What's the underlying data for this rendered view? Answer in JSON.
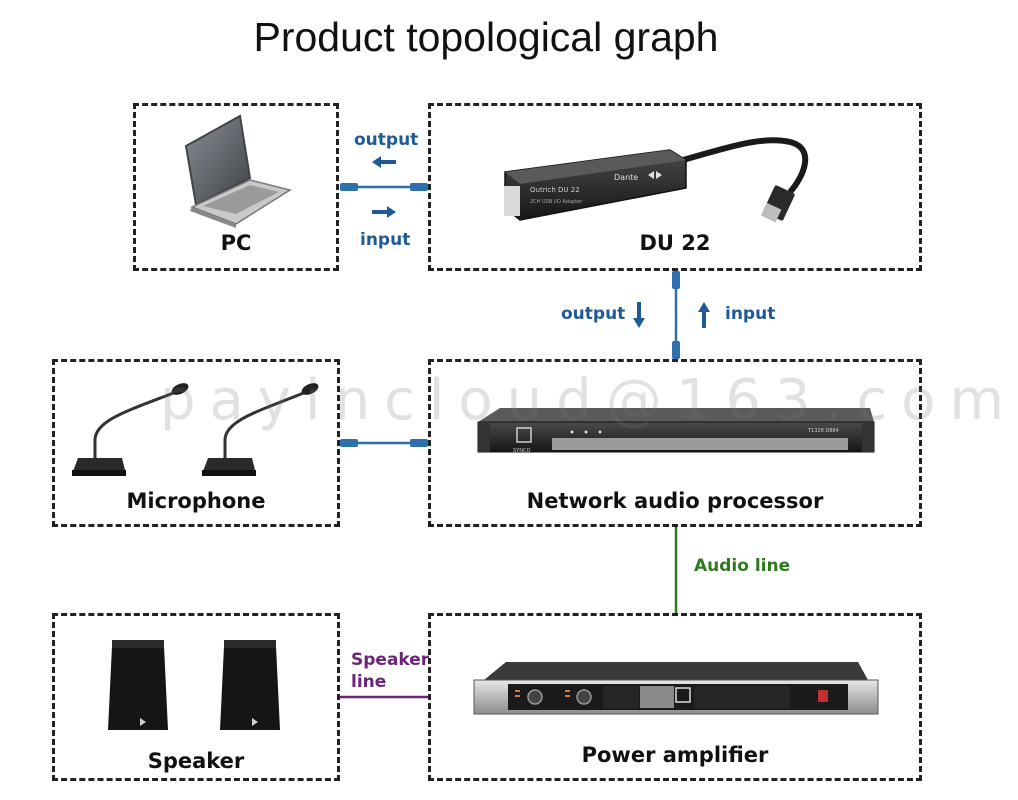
{
  "title": "Product topological graph",
  "nodes": {
    "pc": "PC",
    "du22": "DU 22",
    "microphone": "Microphone",
    "processor": "Network audio processor",
    "speaker": "Speaker",
    "amplifier": "Power amplifier"
  },
  "links": {
    "pc_output": "output",
    "pc_input": "input",
    "du_output": "output",
    "du_input": "input",
    "audio_line": "Audio line",
    "speaker_line_1": "Speaker",
    "speaker_line_2": "line"
  },
  "device_text": {
    "du22_model": "Outrich DU 22",
    "du22_sub": "2CH USB I/O Adapter",
    "dante": "Dante",
    "processor_model": "T1328 D884",
    "brand": "SYNCO"
  },
  "watermark": "payincloud@163.com",
  "colors": {
    "blue": "#1e5a96",
    "green": "#2f7a1e",
    "purple": "#6b2478",
    "border": "#222222"
  }
}
